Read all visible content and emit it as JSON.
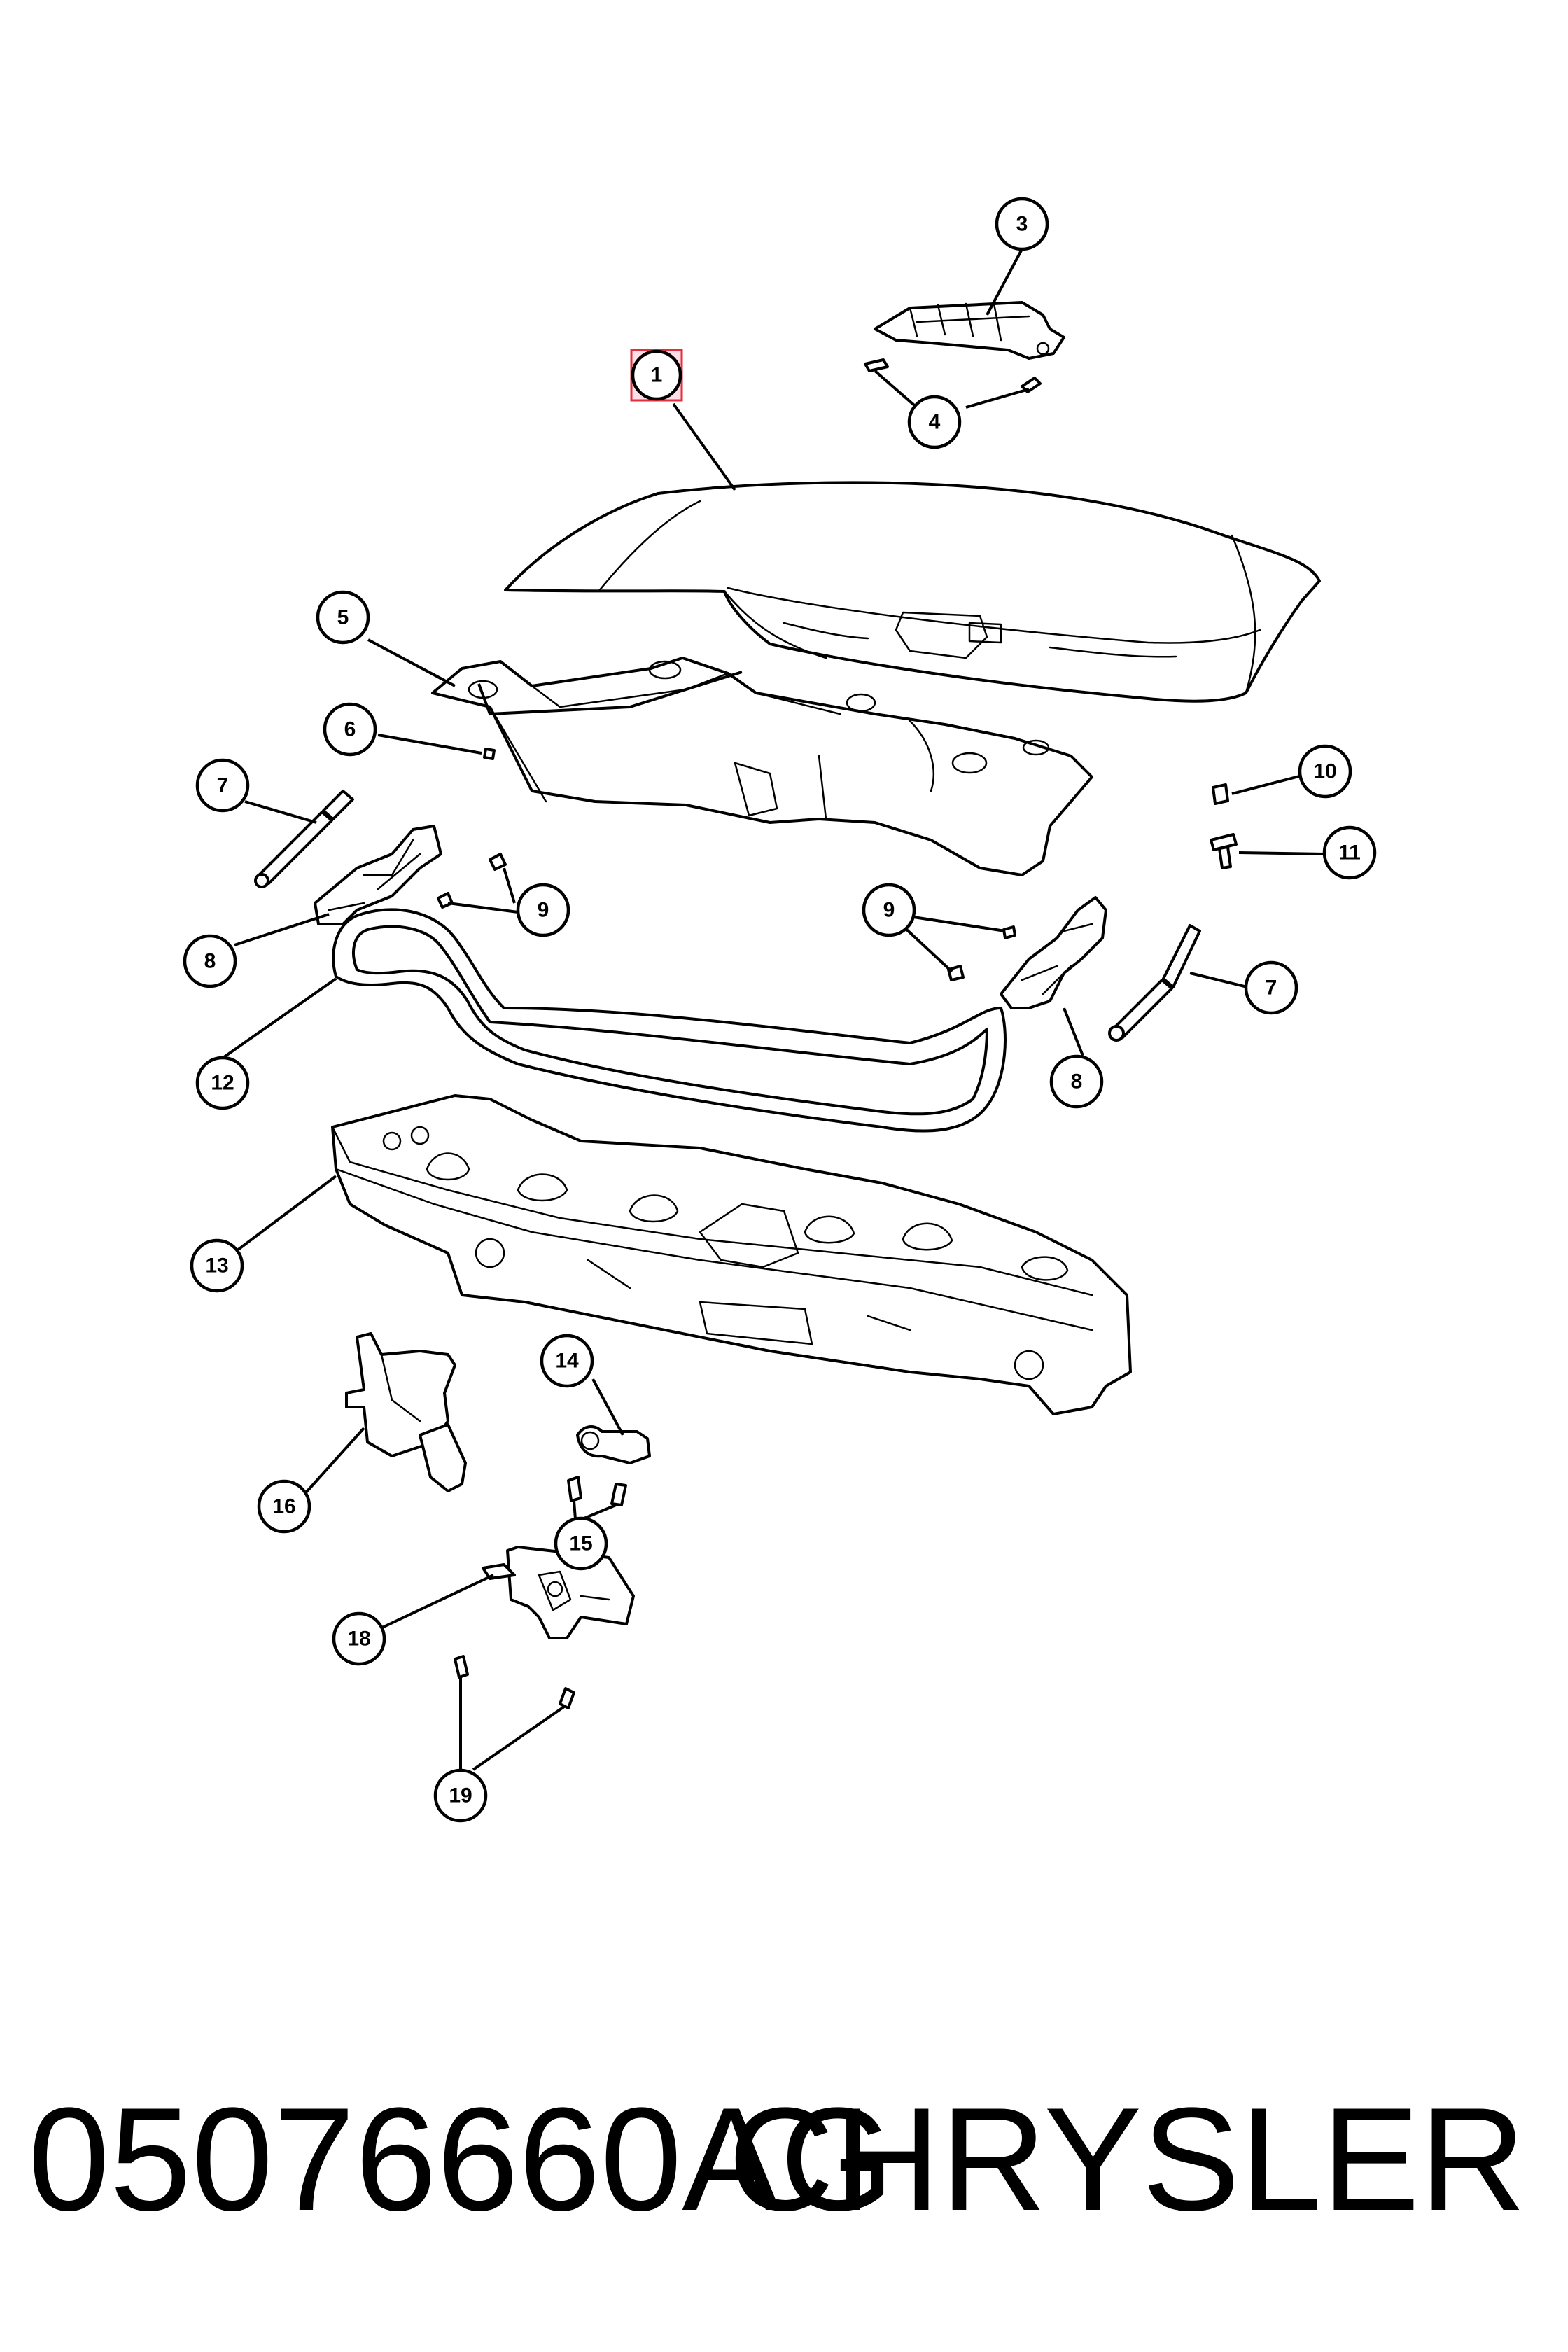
{
  "diagram": {
    "highlighted_callout": "1",
    "colors": {
      "line": "#000000",
      "highlight_fill": "#ffa0b4",
      "highlight_stroke": "#e03040"
    },
    "callouts": [
      {
        "id": "c1",
        "label": "1"
      },
      {
        "id": "c3",
        "label": "3"
      },
      {
        "id": "c4",
        "label": "4"
      },
      {
        "id": "c5",
        "label": "5"
      },
      {
        "id": "c6",
        "label": "6"
      },
      {
        "id": "c7a",
        "label": "7"
      },
      {
        "id": "c7b",
        "label": "7"
      },
      {
        "id": "c8a",
        "label": "8"
      },
      {
        "id": "c8b",
        "label": "8"
      },
      {
        "id": "c9a",
        "label": "9"
      },
      {
        "id": "c9b",
        "label": "9"
      },
      {
        "id": "c10",
        "label": "10"
      },
      {
        "id": "c11",
        "label": "11"
      },
      {
        "id": "c12",
        "label": "12"
      },
      {
        "id": "c13",
        "label": "13"
      },
      {
        "id": "c14",
        "label": "14"
      },
      {
        "id": "c15",
        "label": "15"
      },
      {
        "id": "c16",
        "label": "16"
      },
      {
        "id": "c18",
        "label": "18"
      },
      {
        "id": "c19",
        "label": "19"
      }
    ]
  },
  "footer": {
    "part_number": "05076660AG",
    "brand": "CHRYSLER"
  }
}
